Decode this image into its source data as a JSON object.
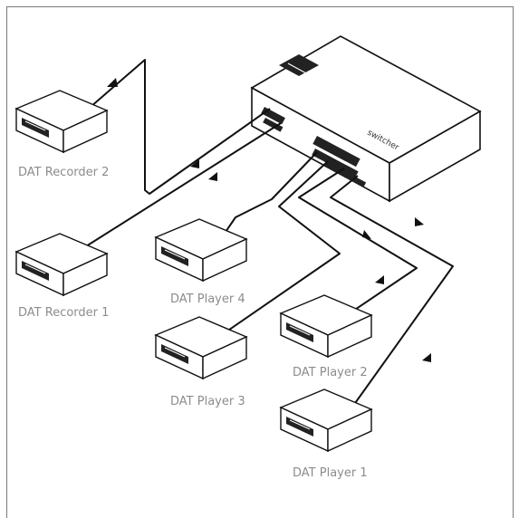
{
  "devices": {
    "recorder2": {
      "label": "DAT Recorder 2"
    },
    "recorder1": {
      "label": "DAT Recorder 1"
    },
    "player4": {
      "label": "DAT Player 4"
    },
    "player3": {
      "label": "DAT Player 3"
    },
    "player2": {
      "label": "DAT Player 2"
    },
    "player1": {
      "label": "DAT Player 1"
    }
  },
  "colors": {
    "line": "#111111",
    "label": "#8c8c8c",
    "frame": "#7a7a7a"
  }
}
